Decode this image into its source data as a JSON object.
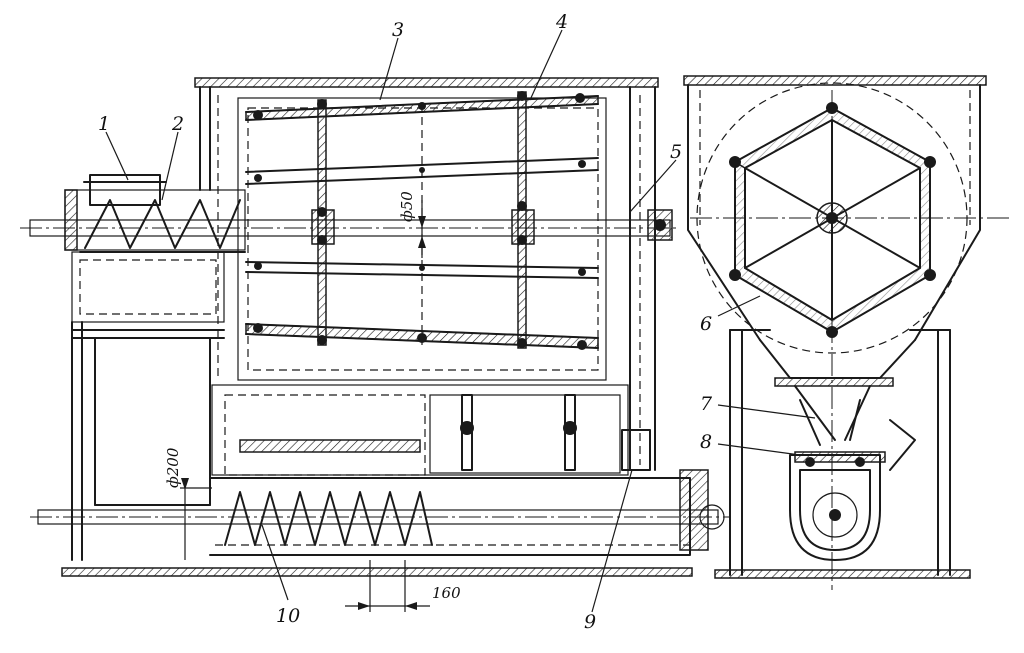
{
  "callouts": {
    "c1": "1",
    "c2": "2",
    "c3": "3",
    "c4": "4",
    "c5": "5",
    "c6": "6",
    "c7": "7",
    "c8": "8",
    "c9": "9",
    "c10": "10"
  },
  "dimensions": {
    "d50": "ф50",
    "d200": "ф200",
    "pitch": "160"
  },
  "colors": {
    "ink": "#1a1a1a",
    "paper": "#ffffff"
  }
}
